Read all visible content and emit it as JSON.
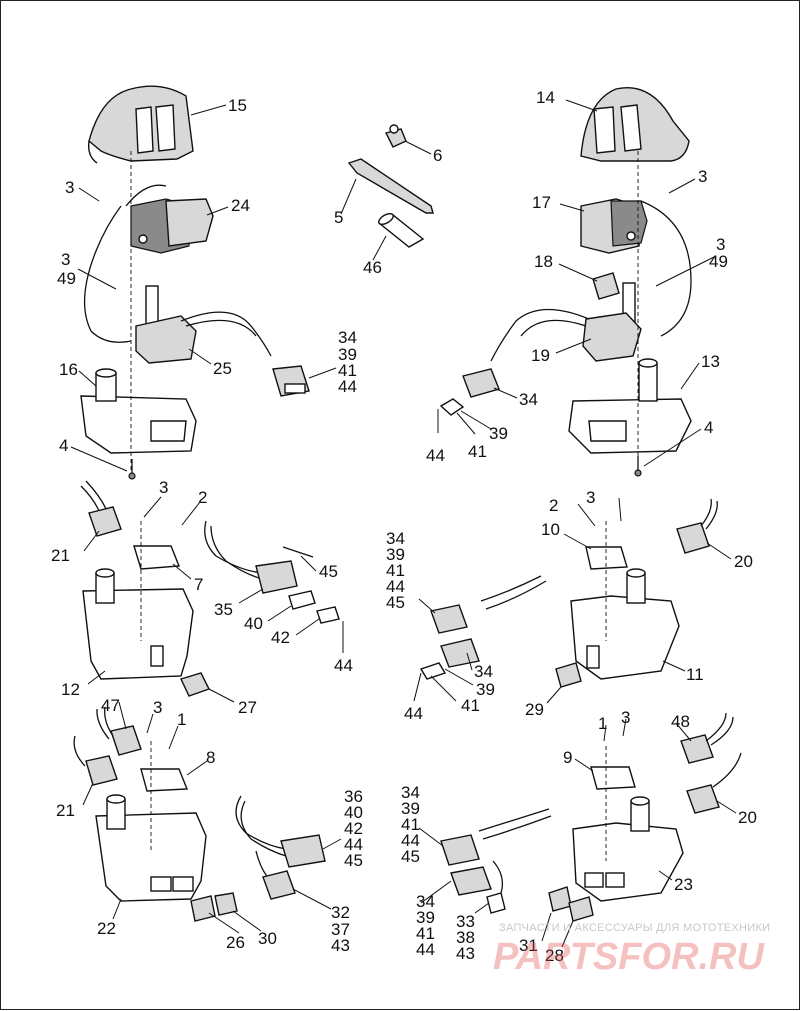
{
  "callouts": [
    {
      "id": "c15",
      "text": "15"
    },
    {
      "id": "c3a",
      "text": "3"
    },
    {
      "id": "c24",
      "text": "24"
    },
    {
      "id": "c3b",
      "text": "3"
    },
    {
      "id": "c49a",
      "text": "49"
    },
    {
      "id": "c25",
      "text": "25"
    },
    {
      "id": "c34a",
      "text": "34"
    },
    {
      "id": "c39a",
      "text": "39"
    },
    {
      "id": "c41a",
      "text": "41"
    },
    {
      "id": "c44a",
      "text": "44"
    },
    {
      "id": "c16",
      "text": "16"
    },
    {
      "id": "c4a",
      "text": "4"
    },
    {
      "id": "c6",
      "text": "6"
    },
    {
      "id": "c5",
      "text": "5"
    },
    {
      "id": "c46",
      "text": "46"
    },
    {
      "id": "c14",
      "text": "14"
    },
    {
      "id": "c3c",
      "text": "3"
    },
    {
      "id": "c17",
      "text": "17"
    },
    {
      "id": "c3d",
      "text": "3"
    },
    {
      "id": "c49b",
      "text": "49"
    },
    {
      "id": "c18",
      "text": "18"
    },
    {
      "id": "c19",
      "text": "19"
    },
    {
      "id": "c13",
      "text": "13"
    },
    {
      "id": "c34b",
      "text": "34"
    },
    {
      "id": "c39b",
      "text": "39"
    },
    {
      "id": "c4b",
      "text": "4"
    },
    {
      "id": "c44b",
      "text": "44"
    },
    {
      "id": "c41b",
      "text": "41"
    },
    {
      "id": "c3e",
      "text": "3"
    },
    {
      "id": "c2a",
      "text": "2"
    },
    {
      "id": "c21a",
      "text": "21"
    },
    {
      "id": "c7",
      "text": "7"
    },
    {
      "id": "c45a",
      "text": "45"
    },
    {
      "id": "c35",
      "text": "35"
    },
    {
      "id": "c40a",
      "text": "40"
    },
    {
      "id": "c42a",
      "text": "42"
    },
    {
      "id": "c44c",
      "text": "44"
    },
    {
      "id": "c12",
      "text": "12"
    },
    {
      "id": "c27",
      "text": "27"
    },
    {
      "id": "c2b",
      "text": "2"
    },
    {
      "id": "c3f",
      "text": "3"
    },
    {
      "id": "c10",
      "text": "10"
    },
    {
      "id": "c20a",
      "text": "20"
    },
    {
      "id": "c34c",
      "text": "34"
    },
    {
      "id": "c39c",
      "text": "39"
    },
    {
      "id": "c41c",
      "text": "41"
    },
    {
      "id": "c44d",
      "text": "44"
    },
    {
      "id": "c45b",
      "text": "45"
    },
    {
      "id": "c34d",
      "text": "34"
    },
    {
      "id": "c39d",
      "text": "39"
    },
    {
      "id": "c44e",
      "text": "44"
    },
    {
      "id": "c41d",
      "text": "41"
    },
    {
      "id": "c29",
      "text": "29"
    },
    {
      "id": "c11",
      "text": "11"
    },
    {
      "id": "c47",
      "text": "47"
    },
    {
      "id": "c3g",
      "text": "3"
    },
    {
      "id": "c1a",
      "text": "1"
    },
    {
      "id": "c8",
      "text": "8"
    },
    {
      "id": "c21b",
      "text": "21"
    },
    {
      "id": "c36",
      "text": "36"
    },
    {
      "id": "c40b",
      "text": "40"
    },
    {
      "id": "c42b",
      "text": "42"
    },
    {
      "id": "c44f",
      "text": "44"
    },
    {
      "id": "c45c",
      "text": "45"
    },
    {
      "id": "c22",
      "text": "22"
    },
    {
      "id": "c26",
      "text": "26"
    },
    {
      "id": "c30",
      "text": "30"
    },
    {
      "id": "c32",
      "text": "32"
    },
    {
      "id": "c37",
      "text": "37"
    },
    {
      "id": "c43a",
      "text": "43"
    },
    {
      "id": "c1b",
      "text": "1"
    },
    {
      "id": "c3h",
      "text": "3"
    },
    {
      "id": "c48",
      "text": "48"
    },
    {
      "id": "c9",
      "text": "9"
    },
    {
      "id": "c20b",
      "text": "20"
    },
    {
      "id": "c34e",
      "text": "34"
    },
    {
      "id": "c39e",
      "text": "39"
    },
    {
      "id": "c41e",
      "text": "41"
    },
    {
      "id": "c44g",
      "text": "44"
    },
    {
      "id": "c45d",
      "text": "45"
    },
    {
      "id": "c23",
      "text": "23"
    },
    {
      "id": "c34f",
      "text": "34"
    },
    {
      "id": "c39f",
      "text": "39"
    },
    {
      "id": "c41f",
      "text": "41"
    },
    {
      "id": "c44h",
      "text": "44"
    },
    {
      "id": "c33",
      "text": "33"
    },
    {
      "id": "c38",
      "text": "38"
    },
    {
      "id": "c43b",
      "text": "43"
    },
    {
      "id": "c31",
      "text": "31"
    },
    {
      "id": "c28",
      "text": "28"
    }
  ],
  "watermark": {
    "tagline": "ЗАПЧАСТИ И АКСЕССУАРЫ ДЛЯ МОТОТЕХНИКИ",
    "logo": "PARTSFOR.RU"
  }
}
